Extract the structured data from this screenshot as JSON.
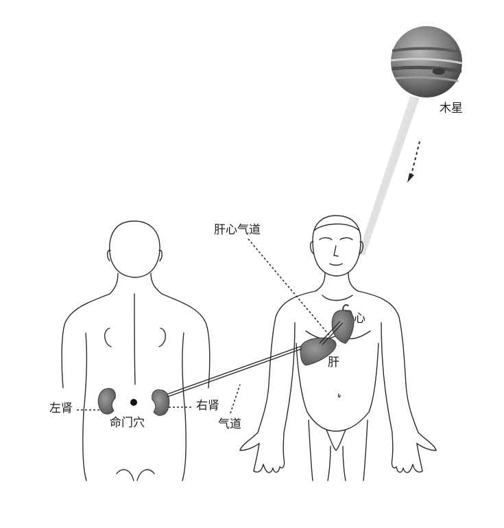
{
  "labels": {
    "jupiter": "木星",
    "liver_heart_channel": "肝心气道",
    "heart": "心",
    "liver": "肝",
    "left_kidney": "左肾",
    "right_kidney": "右肾",
    "mingmen": "命门穴",
    "qi_channel": "气道"
  },
  "icons": {
    "jupiter": "planet-icon",
    "heart": "heart-organ-icon",
    "liver": "liver-organ-icon",
    "kidneys": "kidney-organ-icon"
  },
  "colors": {
    "line": "#2a2a2a",
    "organ": "#6f6f6f",
    "organ_dark": "#4a4a4a",
    "background": "#ffffff"
  }
}
